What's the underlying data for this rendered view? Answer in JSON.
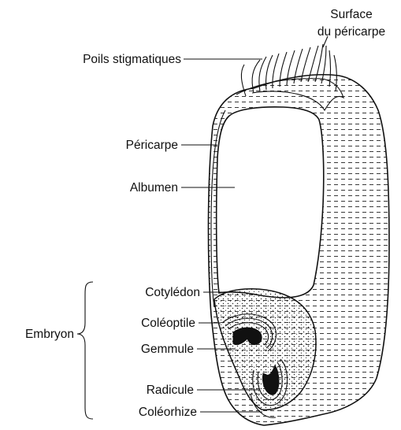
{
  "diagram": {
    "labels": {
      "surface_line1": "Surface",
      "surface_line2": "du péricarpe",
      "poils": "Poils stigmatiques",
      "pericarpe": "Péricarpe",
      "albumen": "Albumen",
      "cotyledon": "Cotylédon",
      "coleoptile": "Coléoptile",
      "gemmule": "Gemmule",
      "radicule": "Radicule",
      "coleorhize": "Coléorhize",
      "embryon": "Embryon"
    }
  }
}
